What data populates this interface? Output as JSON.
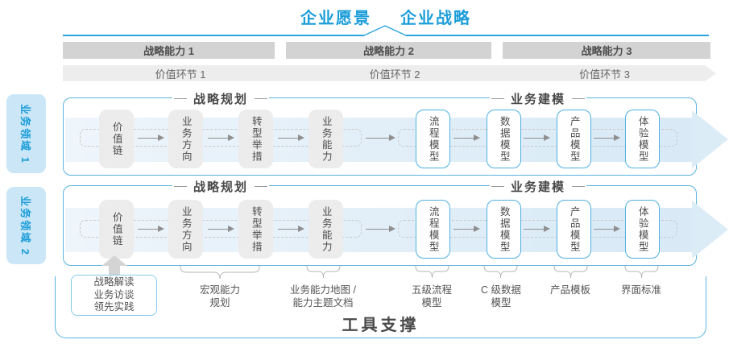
{
  "colors": {
    "accent_blue": "#1b9dd9",
    "line_blue": "#2aa3dc",
    "container_border": "#5ab2e0",
    "blue_box_border": "#4fb0e1",
    "domain_fill": "#cbe7f7",
    "bar_fill": "#d3d3d3",
    "chevron_fill": "#ededed",
    "box_gray_fill": "#ececec",
    "band_fill_start": "#eef5fb",
    "band_fill_end": "#d9eaf6",
    "band_arrow": "#dcecf7",
    "text_dark": "#4d4d4d",
    "text_gray": "#666666",
    "flow_arrow": "#8f8f8f",
    "bracket_gray": "#b5b5b5",
    "up_arrow": "#d4d4d4"
  },
  "header": {
    "vision": "企业愿景",
    "strategy": "企业战略"
  },
  "capabilities": [
    "战略能力 1",
    "战略能力 2",
    "战略能力 3"
  ],
  "value_links": [
    "价值环节 1",
    "价值环节 2",
    "价值环节 3"
  ],
  "domains": [
    "业务领域 1",
    "业务领域 2"
  ],
  "sections": {
    "planning": "战略规划",
    "modeling": "业务建模"
  },
  "flow_boxes": {
    "gray": [
      "价值链",
      "业务方向",
      "转型举措",
      "业务能力"
    ],
    "blue": [
      "流程模型",
      "数据模型",
      "产品模型",
      "体验模型"
    ]
  },
  "footer": {
    "practice_lines": [
      "战略解读",
      "业务访谈",
      "领先实践"
    ],
    "tool_labels": [
      {
        "line1": "宏观能力",
        "line2": "规划"
      },
      {
        "line1": "业务能力地图 /",
        "line2": "能力主题文档"
      },
      {
        "line1": "五级流程",
        "line2": "模型"
      },
      {
        "line1": "C 级数据",
        "line2": "模型"
      },
      {
        "line1": "产品模板",
        "line2": ""
      },
      {
        "line1": "界面标准",
        "line2": ""
      }
    ],
    "tool_support": "工具支撑"
  }
}
